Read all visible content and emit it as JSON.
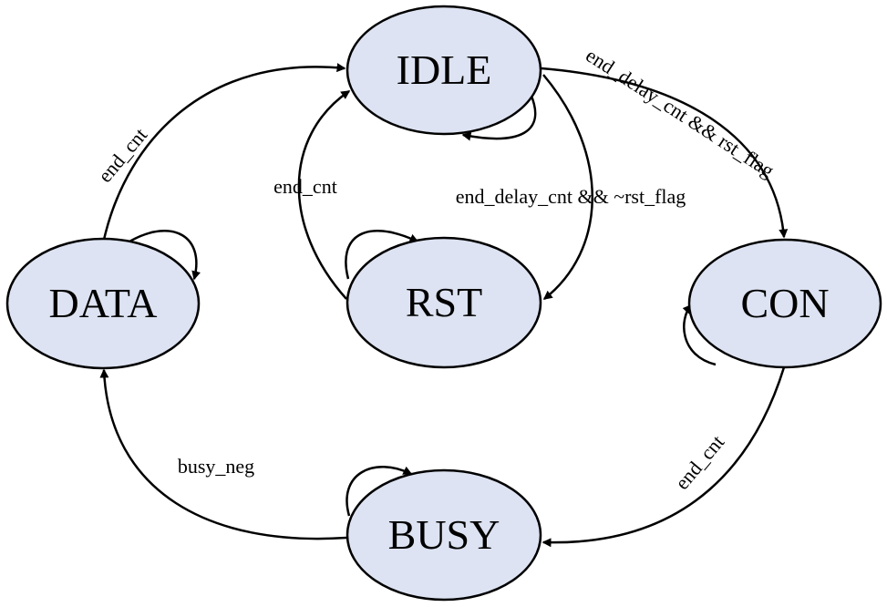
{
  "states": {
    "idle": "IDLE",
    "data": "DATA",
    "rst": "RST",
    "con": "CON",
    "busy": "BUSY"
  },
  "transitions": {
    "data_to_idle": "end_cnt",
    "rst_to_idle": "end_cnt",
    "idle_to_rst": "end_delay_cnt && ~rst_flag",
    "idle_to_con": "end_delay_cnt && rst_flag",
    "con_to_busy": "end_cnt",
    "busy_to_data": "busy_neg"
  }
}
